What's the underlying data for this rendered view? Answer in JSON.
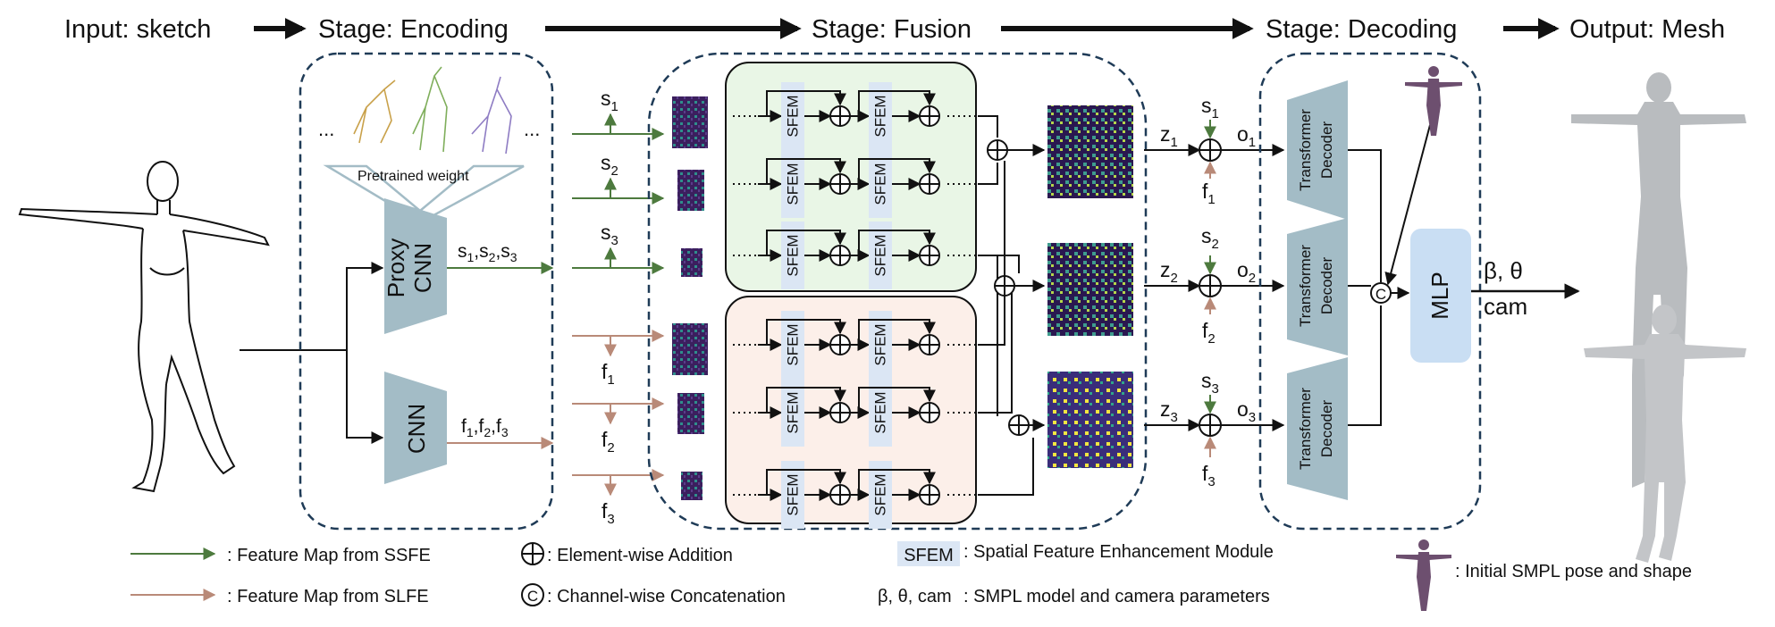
{
  "header": {
    "input": "Input: sketch",
    "encoding": "Stage: Encoding",
    "fusion": "Stage: Fusion",
    "decoding": "Stage: Decoding",
    "output": "Output: Mesh"
  },
  "encoding": {
    "pretrained": "Pretrained weight",
    "ellipsis": "...",
    "proxy_l1": "Proxy",
    "proxy_l2": "CNN",
    "cnn": "CNN",
    "s_out": "s",
    "f_out": "f",
    "subs": [
      "1",
      "2",
      "3"
    ],
    "sep": ","
  },
  "feature_labels": {
    "s": "s",
    "f": "f",
    "z": "z",
    "o": "o",
    "subs": [
      "1",
      "2",
      "3"
    ]
  },
  "fusion": {
    "sfem": "SFEM"
  },
  "decoder": {
    "label_l1": "Transformer",
    "label_l2": "Decoder"
  },
  "mlp": "MLP",
  "concat_symbol": "C",
  "params": {
    "line1": "β, θ",
    "line2": "cam"
  },
  "legend": {
    "ssfe": ": Feature Map from SSFE",
    "slfe": ": Feature Map from SLFE",
    "add": ": Element-wise Addition",
    "concat": ": Channel-wise Concatenation",
    "sfem_tag": "SFEM",
    "sfem_desc": ": Spatial Feature Enhancement Module",
    "smpl_tag": "β, θ, cam",
    "smpl_desc": ": SMPL model and camera parameters",
    "init_desc": ": Initial SMPL pose and shape"
  },
  "colors": {
    "green": "#4d7a3e",
    "brown": "#b98a78",
    "trap": "#a3bcc6",
    "mlp": "#c9def3",
    "sfem_bg": "#dbe6f4",
    "fuse_top": "#e9f6e6",
    "fuse_bot": "#fcefe9",
    "dash": "#1f3b57"
  }
}
